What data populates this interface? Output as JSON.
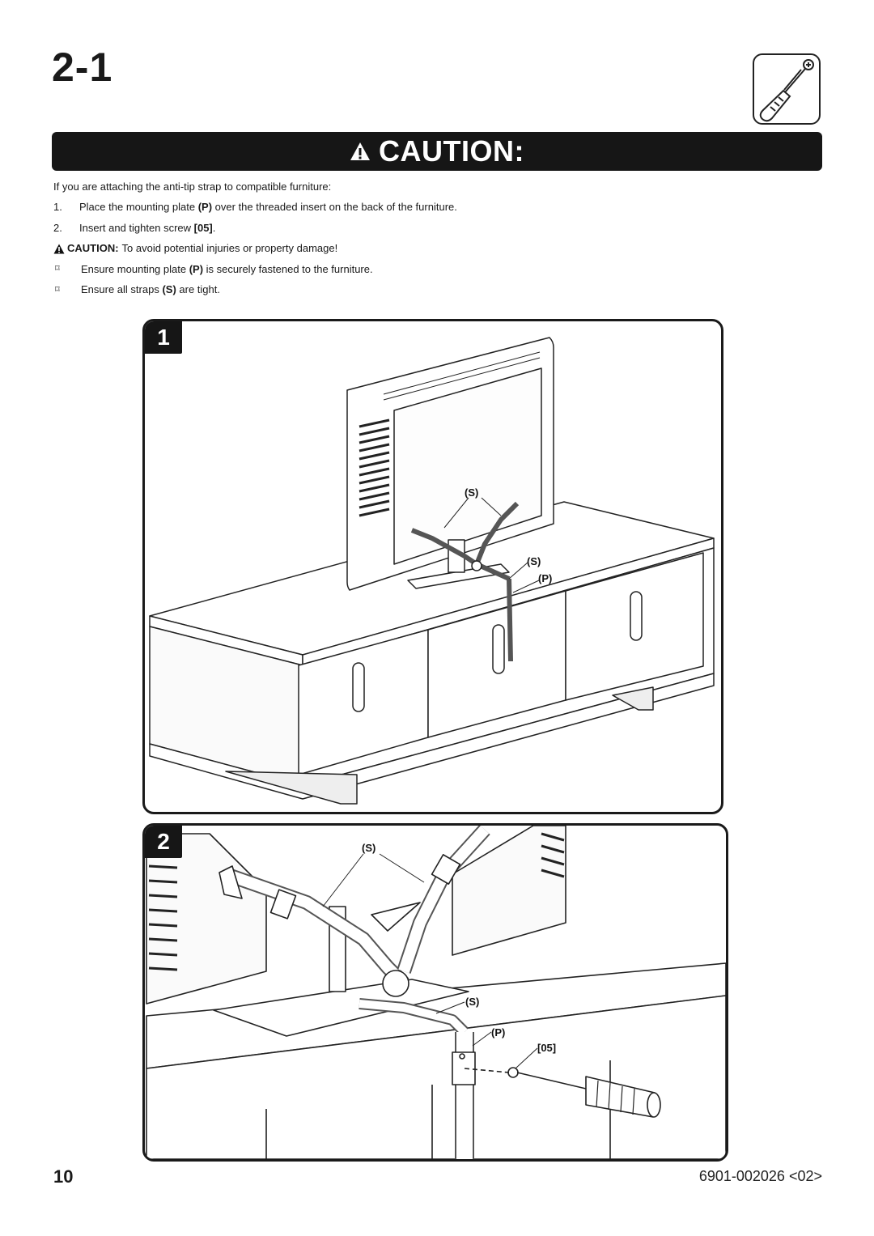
{
  "header": {
    "section_number": "2-1",
    "tool_icon": "screwdriver-icon"
  },
  "banner": {
    "icon": "warning-triangle-icon",
    "title": "CAUTION:"
  },
  "instructions": {
    "intro": "If you are attaching the anti-tip strap to compatible furniture:",
    "steps": [
      {
        "num": "1.",
        "pre": "Place the mounting plate ",
        "bold": "(P)",
        "post": " over the threaded insert on the back of the furniture."
      },
      {
        "num": "2.",
        "pre": "Insert and tighten screw ",
        "bold": "[05]",
        "post": "."
      }
    ],
    "caution_label": "CAUTION:",
    "caution_text": "To avoid potential injuries or property damage!",
    "bullets": [
      {
        "symbol": "⌑",
        "pre": "Ensure mounting plate ",
        "bold": "(P)",
        "post": " is securely fastened to the furniture."
      },
      {
        "symbol": "⌑",
        "pre": "Ensure all straps ",
        "bold": "(S)",
        "post": " are tight."
      }
    ]
  },
  "figures": [
    {
      "step": "1",
      "callouts": {
        "s_top": "(S)",
        "s_mid": "(S)",
        "p": "(P)"
      }
    },
    {
      "step": "2",
      "callouts": {
        "s_top": "(S)",
        "s_mid": "(S)",
        "p": "(P)",
        "screw": "[05]"
      }
    }
  ],
  "footer": {
    "page_number": "10",
    "doc_code": "6901-002026 <02>"
  }
}
